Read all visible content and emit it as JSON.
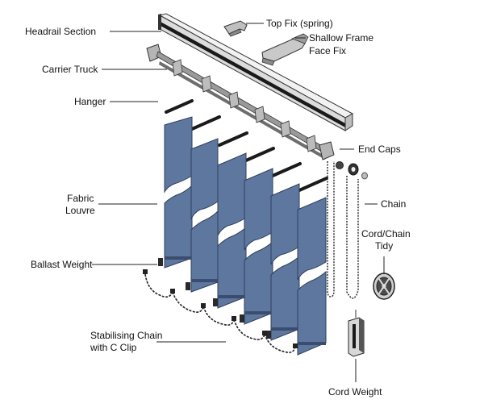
{
  "labels": {
    "headrail_section": "Headrail Section",
    "top_fix": "Top Fix (spring)",
    "shallow_frame_line1": "Shallow Frame",
    "shallow_frame_line2": "Face Fix",
    "carrier_truck": "Carrier Truck",
    "hanger": "Hanger",
    "end_caps": "End Caps",
    "fabric_louvre_line1": "Fabric",
    "fabric_louvre_line2": "Louvre",
    "chain": "Chain",
    "tidy_line1": "Cord/Chain",
    "tidy_line2": "Tidy",
    "ballast_weight": "Ballast Weight",
    "stabilising_line1": "Stabilising Chain",
    "stabilising_line2": "with C Clip",
    "cord_weight": "Cord Weight"
  },
  "colors": {
    "louvre_fill": "#5e779f",
    "louvre_edge": "#2f3f5c",
    "rail_fill": "#e6e6e6",
    "rail_dark": "#1a1a1a",
    "metal": "#9a9a9a",
    "leader": "#222222"
  }
}
